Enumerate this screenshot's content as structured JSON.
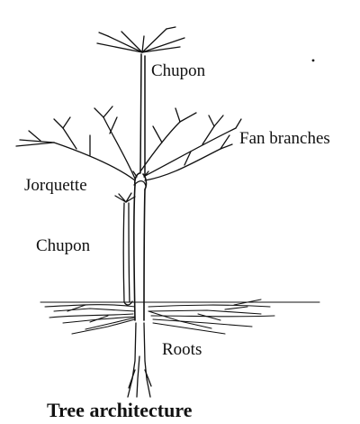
{
  "labels": {
    "chupon_top": "Chupon",
    "fan_branches": "Fan branches",
    "jorquette": "Jorquette",
    "chupon_lower": "Chupon",
    "roots": "Roots"
  },
  "caption": "Tree architecture",
  "colors": {
    "ink": "#111111",
    "background": "#ffffff"
  }
}
